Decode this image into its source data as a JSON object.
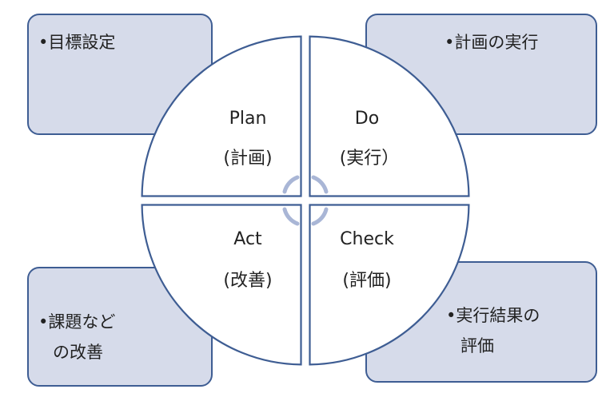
{
  "colors": {
    "box_fill": "#d6dbea",
    "outline": "#3e5d93",
    "quadrant_fill": "#ffffff",
    "arrow": "#a9b6d6"
  },
  "boxes": {
    "top_left": {
      "line1": "•目標設定"
    },
    "top_right": {
      "line1": "•計画の実行"
    },
    "bottom_left": {
      "line1": "•課題など",
      "line2": "の改善"
    },
    "bottom_right": {
      "line1": "•実行結果の",
      "line2": "評価"
    }
  },
  "quadrants": {
    "plan": {
      "title": "Plan",
      "subtitle": "(計画)"
    },
    "do": {
      "title": "Do",
      "subtitle": "(実行）"
    },
    "act": {
      "title": "Act",
      "subtitle": "(改善)"
    },
    "check": {
      "title": "Check",
      "subtitle": "(評価)"
    }
  },
  "cycle_icon": "circular-arrows-icon"
}
